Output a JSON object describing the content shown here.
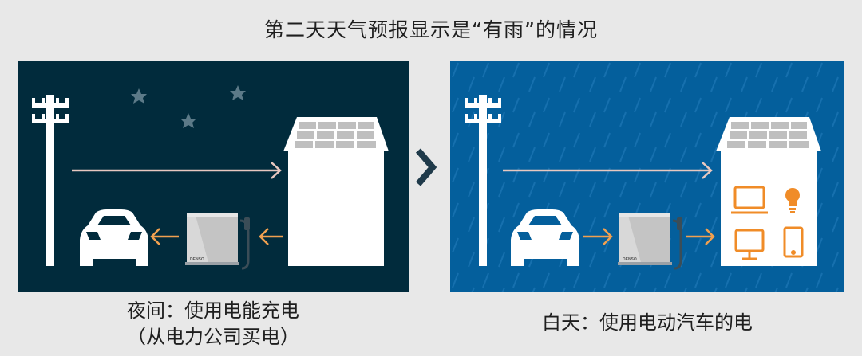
{
  "title": "第二天天气预报显示是“有雨”的情况",
  "night": {
    "caption_line1": "夜间：使用电能充电",
    "caption_line2": "（从电力公司买电）",
    "charger_brand": "DENSO"
  },
  "day": {
    "caption": "白天：使用电动汽车的电",
    "charger_brand": "DENSO"
  },
  "colors": {
    "night_bg": "#012b3c",
    "day_bg": "#045f9c",
    "flow_arrow": "#f0a050",
    "grid_arrow": "#e8c8c0",
    "appliance_icons": "#f08c28"
  }
}
